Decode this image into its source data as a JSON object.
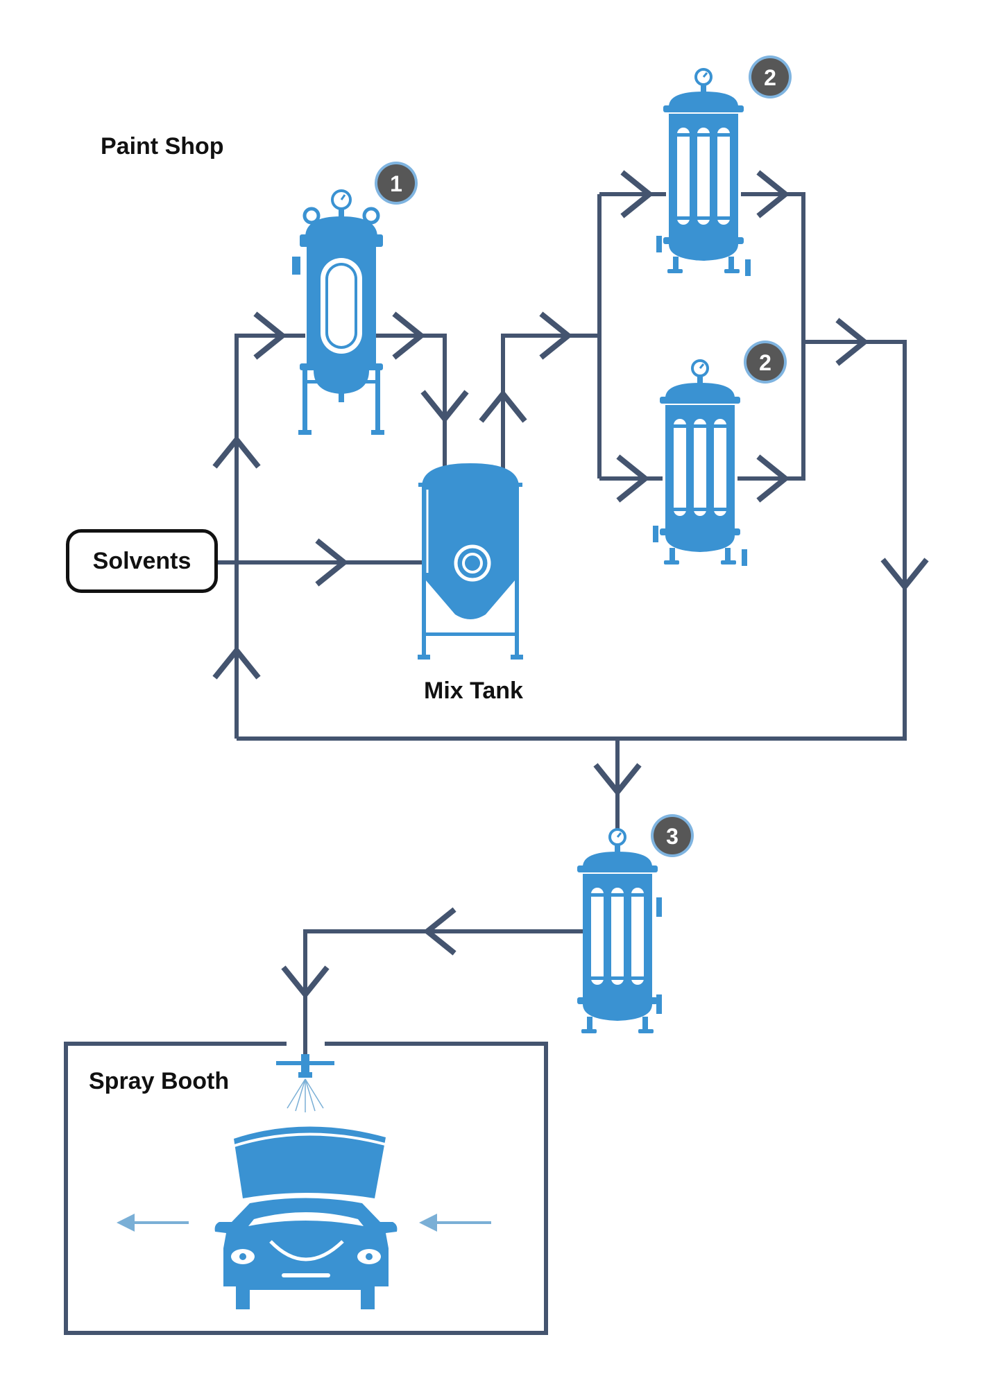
{
  "labels": {
    "paint_shop": "Paint Shop",
    "solvents": "Solvents",
    "mix_tank": "Mix Tank",
    "spray_booth": "Spray Booth"
  },
  "badges": [
    "1",
    "2",
    "2",
    "3"
  ],
  "colors": {
    "pipe": "#44546f",
    "equipment": "#3a92d2",
    "equipment_light": "#ffffff",
    "badge_fill": "#575757",
    "badge_ring": "#7fb4e0",
    "airflow_arrow": "#7aafd6",
    "text": "#111111"
  }
}
